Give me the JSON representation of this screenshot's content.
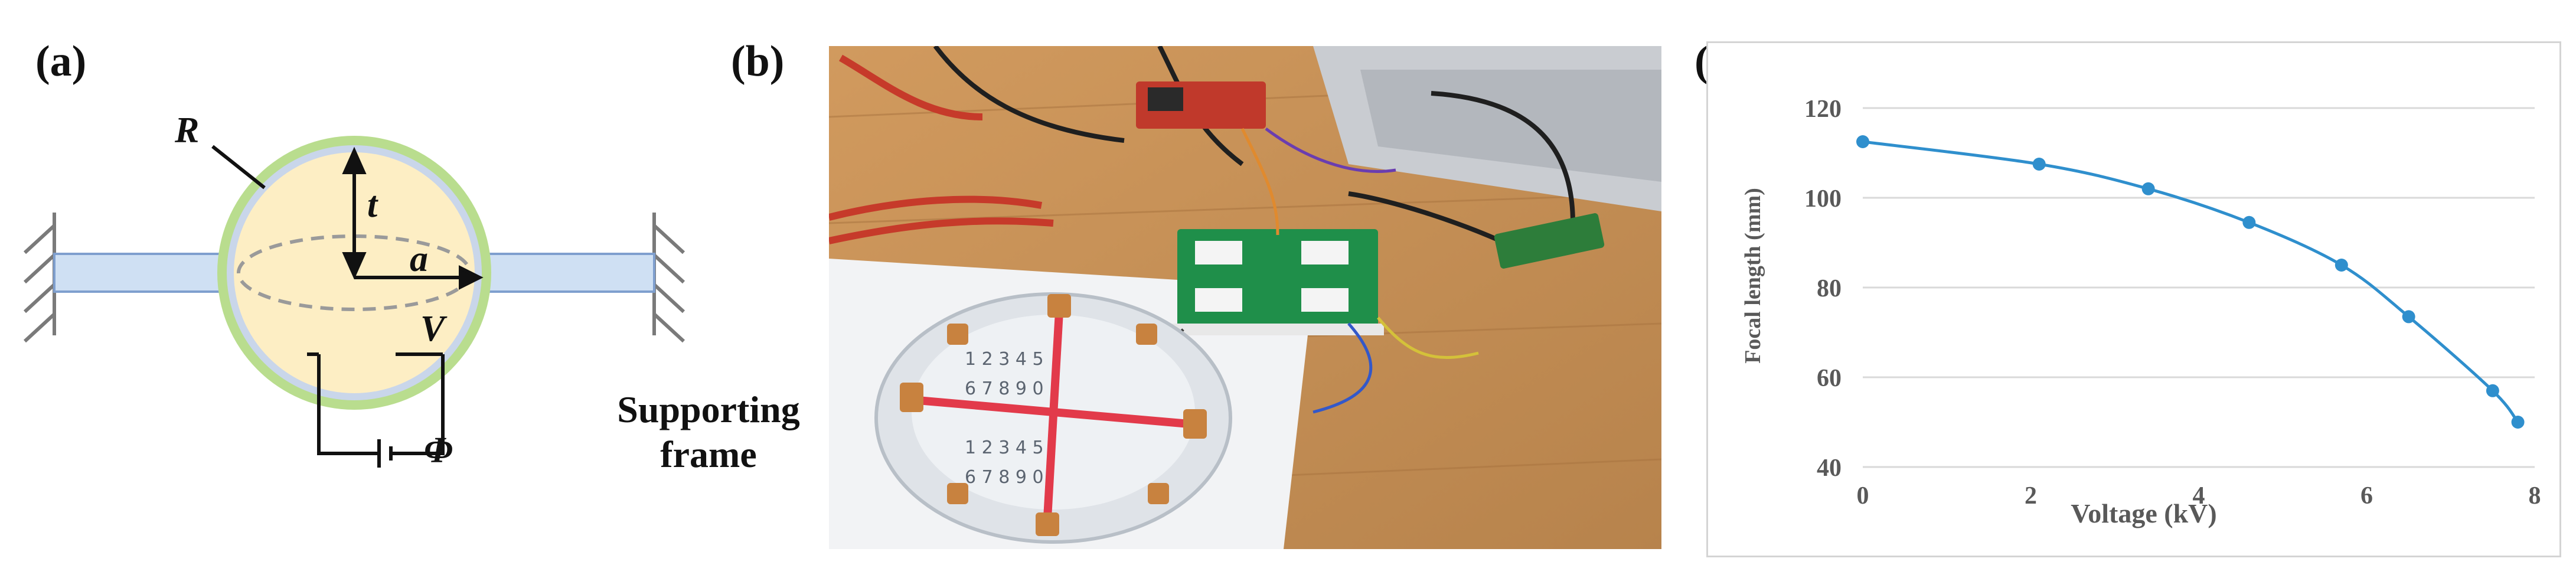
{
  "panels": {
    "a": {
      "label": "(a)",
      "symbols": {
        "R": "R",
        "t": "t",
        "a": "a",
        "V": "V",
        "phi": "Φ"
      },
      "support_label_line1": "Supporting",
      "support_label_line2": "frame"
    },
    "b": {
      "label": "(b)"
    },
    "c": {
      "label": "(c)"
    }
  },
  "colors": {
    "membrane_fill": "#fdeec4",
    "membrane_ring": "#b9dd8e",
    "inner_ring": "#c9d6ea",
    "arm_fill": "#cfe0f3",
    "arm_stroke": "#7f9fce",
    "series": "#2f8fcd"
  },
  "chart_data": {
    "type": "line",
    "title": "",
    "xlabel": "Voltage (kV)",
    "ylabel": "Focal length (mm)",
    "xlim": [
      0,
      8
    ],
    "ylim": [
      40,
      120
    ],
    "xticks": [
      "0",
      "2",
      "4",
      "6",
      "8"
    ],
    "yticks": [
      "40",
      "60",
      "80",
      "100",
      "120"
    ],
    "grid": "horizontal",
    "series": [
      {
        "x": [
          0,
          2.1,
          3.4,
          4.6,
          5.7,
          6.5,
          7.5,
          7.8
        ],
        "y": [
          112.5,
          107.5,
          102,
          94.5,
          85,
          73.5,
          57,
          50
        ]
      }
    ]
  }
}
